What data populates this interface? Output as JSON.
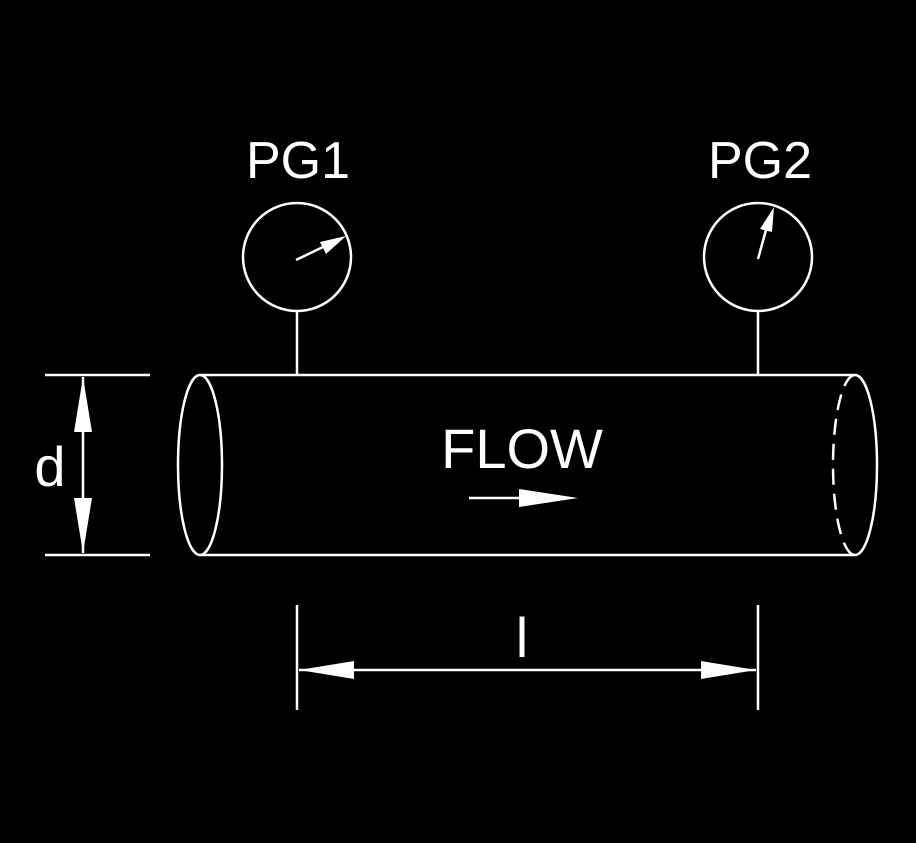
{
  "colors": {
    "background": "#000000",
    "line": "#ffffff"
  },
  "gauges": {
    "pg1_label": "PG1",
    "pg2_label": "PG2"
  },
  "pipe": {
    "flow_label": "FLOW"
  },
  "dimensions": {
    "diameter_label": "d",
    "length_label": "l"
  }
}
